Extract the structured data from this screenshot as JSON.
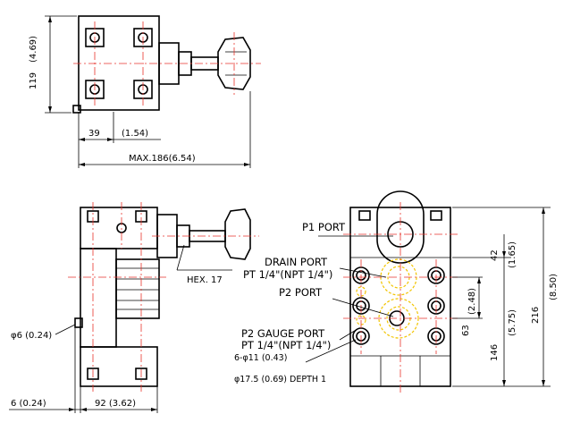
{
  "top_view": {
    "dim_height": "119",
    "dim_height_in": "(4.69)",
    "dim_width": "39",
    "dim_width_in": "(1.54)",
    "dim_max": "MAX.186(6.54)"
  },
  "side_view": {
    "hex": "HEX. 17",
    "pin_dia": "φ6 (0.24)",
    "dim_offset": "6 (0.24)",
    "dim_width": "92 (3.62)"
  },
  "front_view": {
    "p1_port": "P1 PORT",
    "drain_port": "DRAIN PORT",
    "drain_thread": "PT 1/4\"(NPT 1/4\")",
    "p2_port": "P2 PORT",
    "p2_gauge_port": "P2 GAUGE PORT",
    "gauge_thread": "PT 1/4\"(NPT 1/4\")",
    "holes": "6-φ11 (0.43)",
    "counterbore": "φ17.5 (0.69) DEPTH 1",
    "dim_42": "42",
    "dim_42_in": "(1.65)",
    "dim_248": "(2.48)",
    "dim_63": "63",
    "dim_146": "146",
    "dim_575": "(5.75)",
    "dim_216": "216",
    "dim_850": "(8.50)"
  }
}
